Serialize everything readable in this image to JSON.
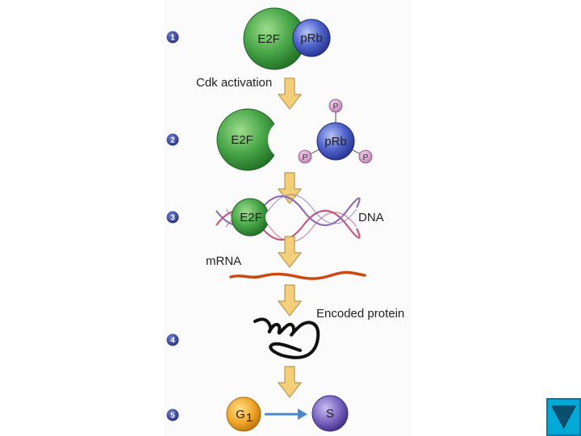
{
  "steps": [
    {
      "number": "1"
    },
    {
      "number": "2"
    },
    {
      "number": "3"
    },
    {
      "number": "4"
    },
    {
      "number": "5"
    }
  ],
  "labels": {
    "cdk_activation": "Cdk activation",
    "dna": "DNA",
    "mrna": "mRNA",
    "encoded_protein": "Encoded protein"
  },
  "molecules": {
    "e2f": "E2F",
    "prb": "pRb",
    "phosphate": "P",
    "g1_letter": "G",
    "g1_subscript": "1",
    "s_phase": "S"
  },
  "colors": {
    "e2f": "#3f9e3f",
    "prb": "#4a5fc8",
    "phosphate": "#c98fc0",
    "arrow": "#f4cf7a",
    "mrna": "#cc4a10",
    "g1": "#f0a427",
    "s_phase": "#7761bd",
    "nav": "#00a9d6"
  },
  "nav": {
    "icon": "triangle-down-icon"
  }
}
